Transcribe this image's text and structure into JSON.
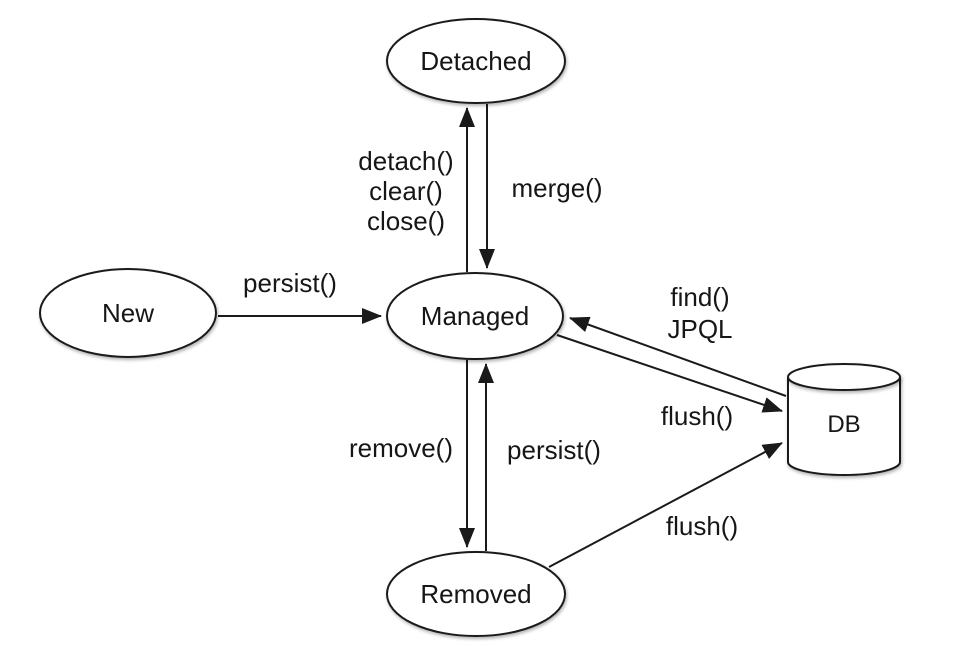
{
  "colors": {
    "background": "#ffffff",
    "stroke": "#1a1a1a",
    "text": "#161616"
  },
  "nodes": {
    "detached": {
      "label": "Detached"
    },
    "new": {
      "label": "New"
    },
    "managed": {
      "label": "Managed"
    },
    "removed": {
      "label": "Removed"
    },
    "db": {
      "label": "DB"
    }
  },
  "edges": {
    "persist_new_to_managed": {
      "label": "persist()"
    },
    "detach_managed_to_detached": {
      "lines": [
        "detach()",
        "clear()",
        "close()"
      ]
    },
    "merge_detached_to_managed": {
      "label": "merge()"
    },
    "find_db_to_managed": {
      "lines": [
        "find()",
        "JPQL"
      ]
    },
    "flush_managed_to_db": {
      "label": "flush()"
    },
    "remove_managed_to_removed": {
      "label": "remove()"
    },
    "persist_removed_to_managed": {
      "label": "persist()"
    },
    "flush_removed_to_db": {
      "label": "flush()"
    }
  }
}
